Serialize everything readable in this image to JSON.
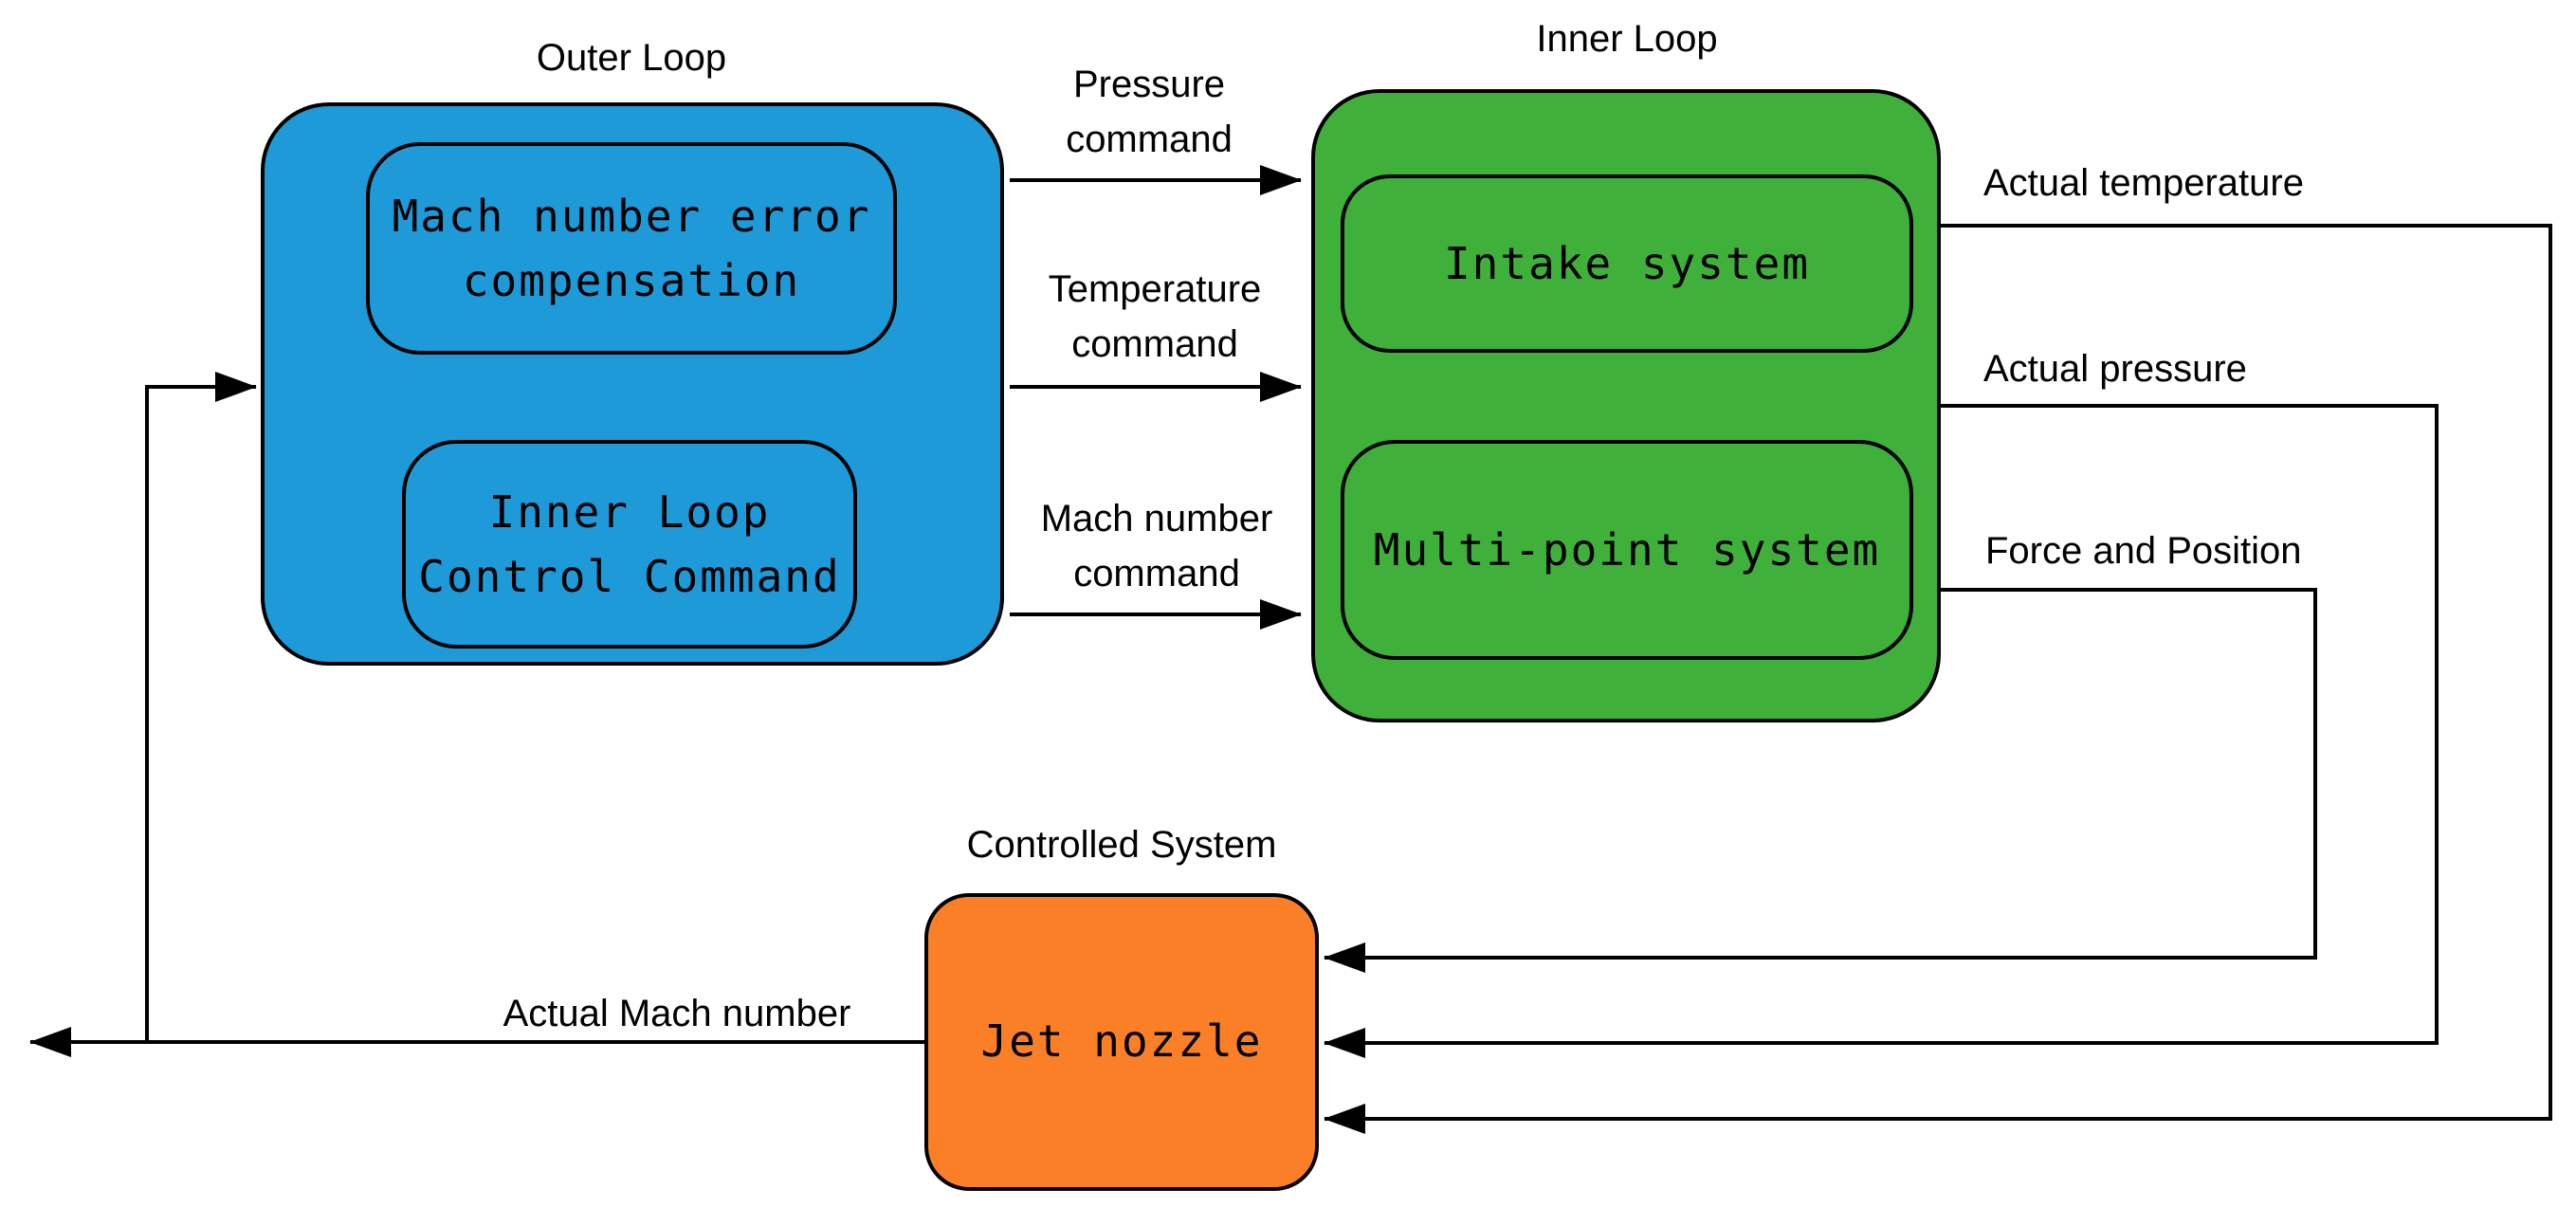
{
  "outer_loop": {
    "title": "Outer Loop",
    "blocks": [
      {
        "line1": "Mach number error",
        "line2": "compensation"
      },
      {
        "line1": "Inner Loop",
        "line2": "Control Command"
      }
    ],
    "color": "#1e9ad8"
  },
  "inner_loop": {
    "title": "Inner Loop",
    "blocks": [
      {
        "label": "Intake system"
      },
      {
        "label": "Multi-point system"
      }
    ],
    "color": "#3fb03a"
  },
  "controlled_system": {
    "title": "Controlled System",
    "block": "Jet nozzle",
    "color": "#fb7f26"
  },
  "commands": [
    {
      "line1": "Pressure",
      "line2": "command"
    },
    {
      "line1": "Temperature",
      "line2": "command"
    },
    {
      "line1": "Mach number",
      "line2": "command"
    }
  ],
  "feedback": {
    "actual_temperature": "Actual temperature",
    "actual_pressure": "Actual pressure",
    "force_position": "Force and Position",
    "actual_mach": "Actual Mach number"
  }
}
